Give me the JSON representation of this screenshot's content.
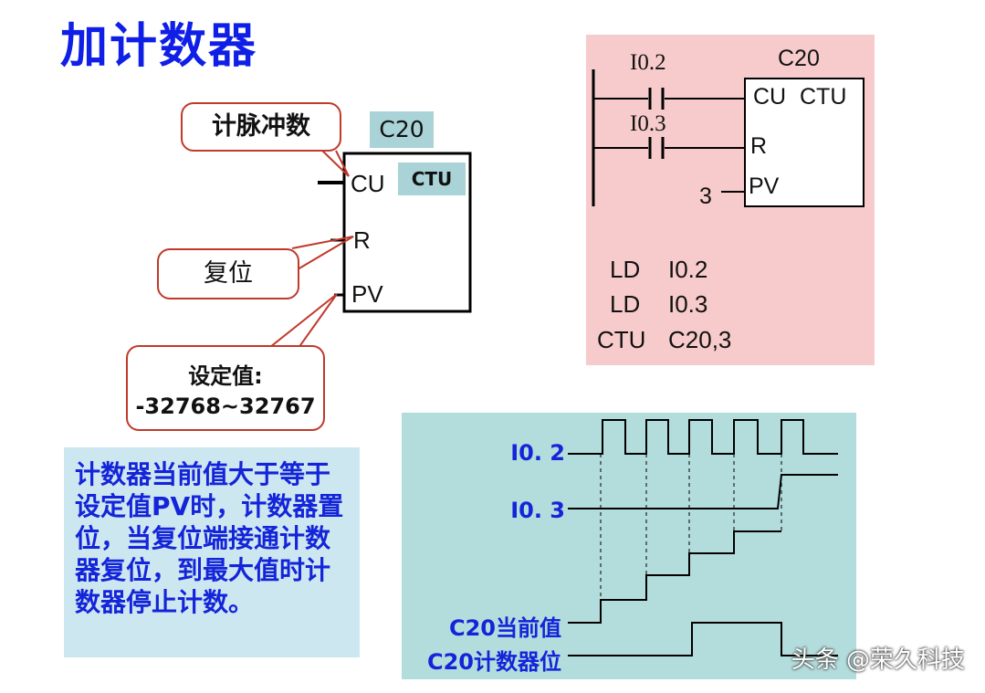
{
  "title": "加计数器",
  "block": {
    "name": "C20",
    "type": "CTU",
    "pins": {
      "cu": "CU",
      "r": "R",
      "pv": "PV"
    }
  },
  "callouts": {
    "count_pulse": "计脉冲数",
    "reset": "复位",
    "setpoint_label": "设定值:",
    "setpoint_range": "-32768~32767"
  },
  "description": "计数器当前值大于等于设定值PV时，计数器置位，当复位端接通计数器复位，到最大值时计数器停止计数。",
  "ladder": {
    "contact1": "I0.2",
    "contact2": "I0.3",
    "counter": "C20",
    "cu_label": "CU",
    "ctu_label": "CTU",
    "r_label": "R",
    "pv_label": "PV",
    "pv_value": "3"
  },
  "stl": [
    {
      "op": "LD",
      "arg": "I0.2"
    },
    {
      "op": "LD",
      "arg": "I0.3"
    },
    {
      "op": "CTU",
      "arg": "C20,3"
    }
  ],
  "timing": {
    "signals": [
      "I0. 2",
      "I0. 3",
      "C20当前值",
      "C20计数器位"
    ]
  },
  "watermark": "头条 @荣久科技"
}
